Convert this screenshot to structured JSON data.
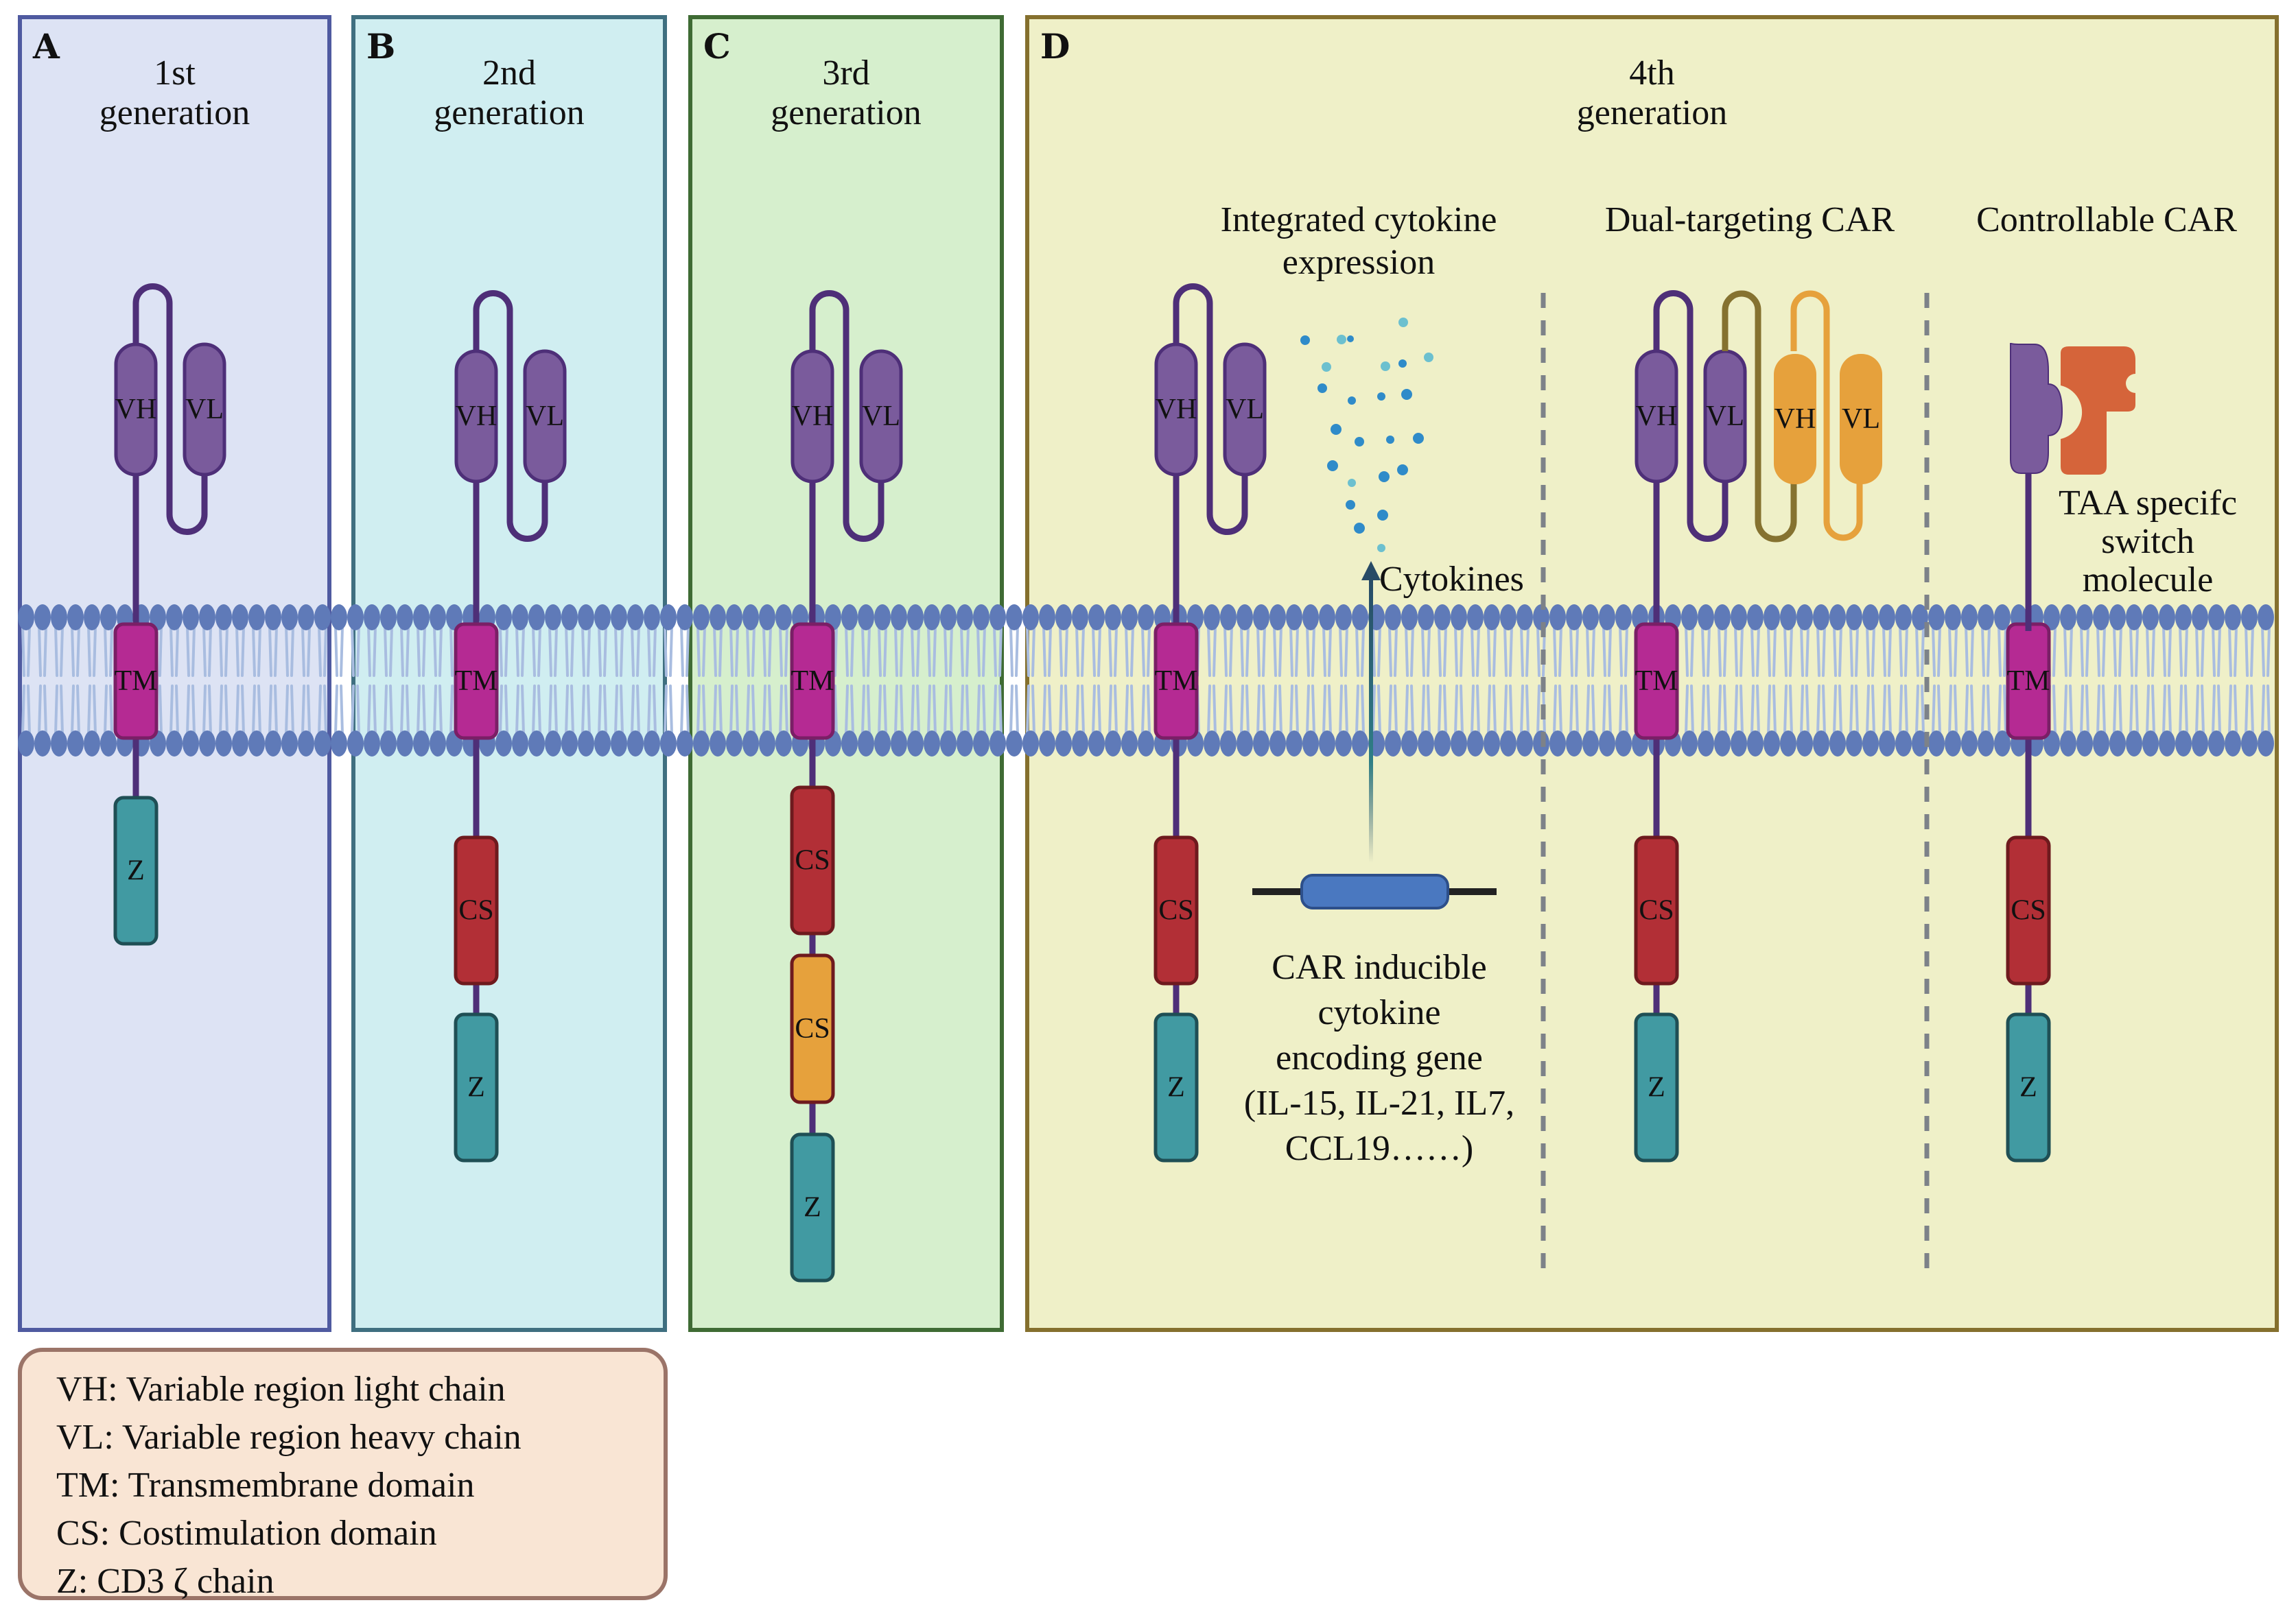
{
  "figure": {
    "colors": {
      "membrane_head": "#5f7ab8",
      "membrane_tail": "#a9bde0",
      "chain": "#4e2f78",
      "pill_purple": "#7a5b9c",
      "pill_purple_stroke": "#4e2f78",
      "pill_orange": "#e6a13c",
      "loop_olive": "#857230",
      "tm_fill": "#b52a93",
      "tm_stroke": "#7a1f66",
      "cs_red": "#b22f36",
      "cs_red_stroke": "#6e1a1e",
      "cs_orange": "#e6a13c",
      "z_teal": "#419aa2",
      "z_stroke": "#1f4f55",
      "switch_orange": "#d5643a",
      "gene_blue": "#4a78c0",
      "gene_line": "#222222",
      "cytokine_dark": "#2f8bc9",
      "cytokine_light": "#6cc0cf",
      "arrow": "#274a66",
      "divider": "#7d8289"
    },
    "panels": [
      {
        "id": "A",
        "letter": "A",
        "title": "1st\ngeneration",
        "fill": "#dde3f4",
        "border": "#4f5aa0",
        "domains": [
          "Z"
        ]
      },
      {
        "id": "B",
        "letter": "B",
        "title": "2nd\ngeneration",
        "fill": "#d0eef1",
        "border": "#3f6f80",
        "domains": [
          "CS",
          "Z"
        ]
      },
      {
        "id": "C",
        "letter": "C",
        "title": "3rd\ngeneration",
        "fill": "#d6efcd",
        "border": "#3f6b34",
        "domains": [
          "CS",
          "CS",
          "Z"
        ]
      },
      {
        "id": "D",
        "letter": "D",
        "title": "4th\ngeneration",
        "fill": "#eff0c8",
        "border": "#85702e",
        "domains": [
          "CS",
          "Z"
        ]
      }
    ],
    "subpanels": [
      {
        "title": "Integrated cytokine\nexpression"
      },
      {
        "title": "Dual-targeting CAR"
      },
      {
        "title": "Controllable CAR"
      }
    ],
    "labels": {
      "vh": "VH",
      "vl": "VL",
      "tm": "TM",
      "cs": "CS",
      "z": "Z",
      "cytokines": "Cytokines",
      "gene_caption": "CAR inducible\ncytokine\nencoding gene\n(IL-15, IL-21, IL7,\nCCL19……)",
      "switch_caption": "TAA specifc\nswitch\nmolecule"
    },
    "legend": [
      "VH: Variable region light chain",
      "VL: Variable region heavy chain",
      "TM: Transmembrane domain",
      "CS: Costimulation domain",
      "Z: CD3 ζ chain"
    ]
  }
}
